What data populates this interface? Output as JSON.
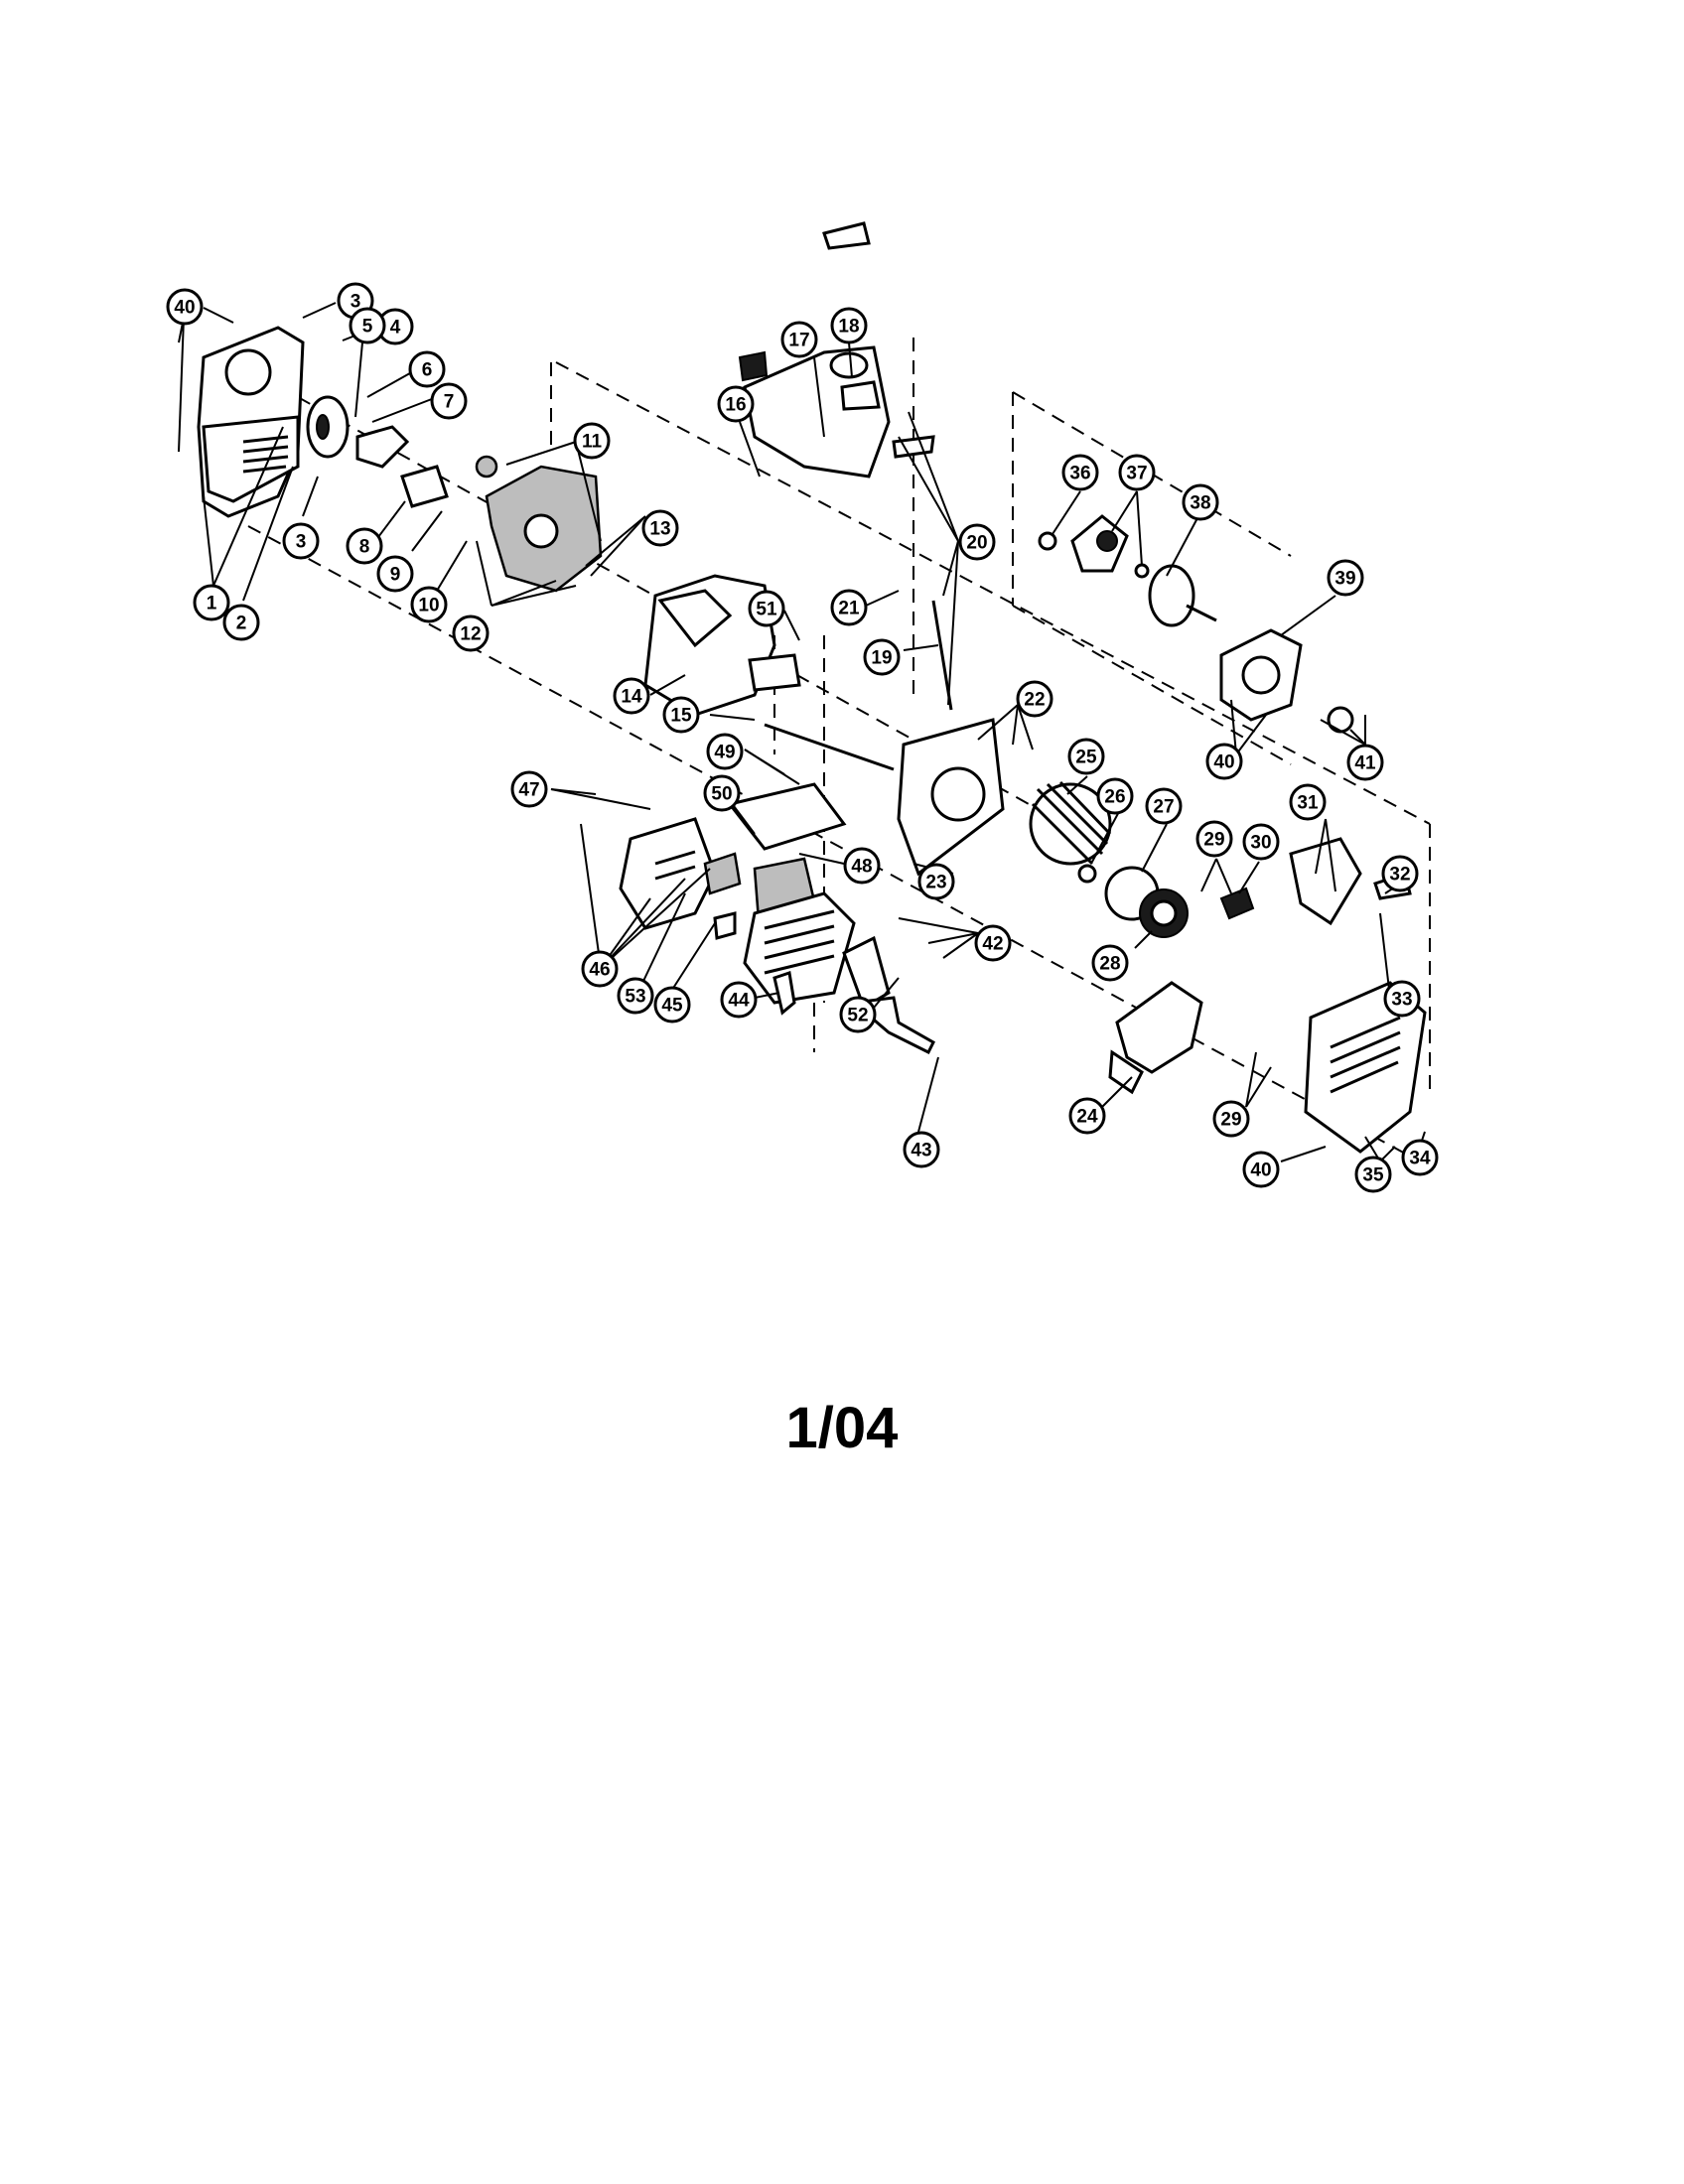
{
  "diagram": {
    "date_code": "1/04",
    "callouts": [
      "40",
      "3",
      "4",
      "5",
      "6",
      "7",
      "1",
      "2",
      "3",
      "8",
      "9",
      "10",
      "11",
      "12",
      "13",
      "14",
      "15",
      "16",
      "17",
      "18",
      "19",
      "20",
      "21",
      "22",
      "23",
      "24",
      "25",
      "26",
      "27",
      "28",
      "29",
      "30",
      "31",
      "32",
      "33",
      "29",
      "34",
      "35",
      "36",
      "37",
      "38",
      "39",
      "40",
      "41",
      "40",
      "42",
      "43",
      "44",
      "45",
      "46",
      "47",
      "48",
      "49",
      "50",
      "51",
      "52",
      "53"
    ]
  }
}
